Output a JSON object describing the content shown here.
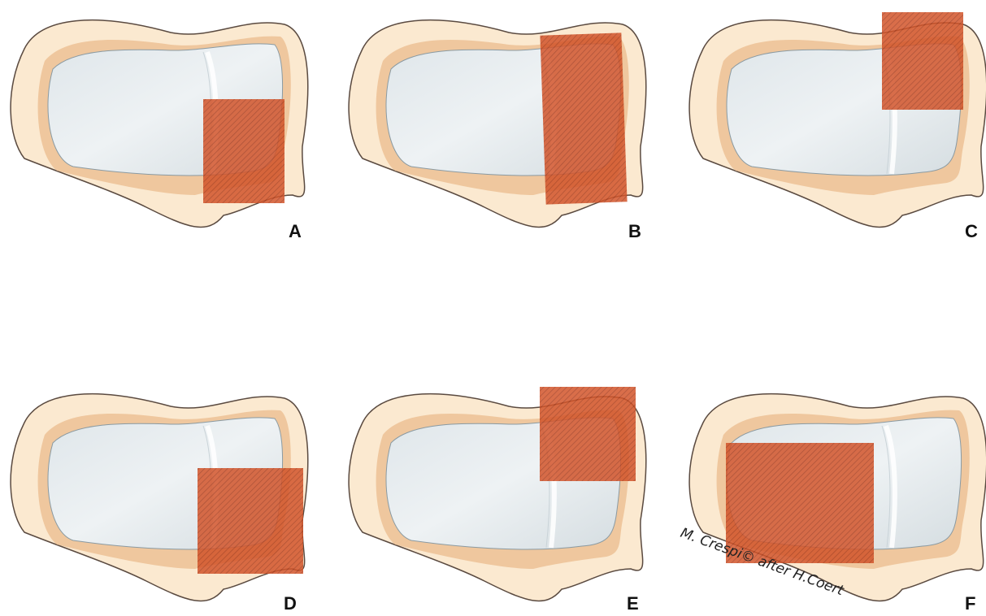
{
  "panels": [
    {
      "label": "A"
    },
    {
      "label": "B"
    },
    {
      "label": "C"
    },
    {
      "label": "D"
    },
    {
      "label": "E"
    },
    {
      "label": "F"
    }
  ],
  "credit": "M. Crespi© after H.Coert",
  "colors": {
    "bone_fill": "#fbe9d0",
    "bone_edge": "#e7b98c",
    "outline": "#5a4a40",
    "cartilage": "#e6ecef",
    "highlight": "#f7fafb",
    "region_fill": "#d2542a",
    "region_hatch": "#9e3518"
  }
}
